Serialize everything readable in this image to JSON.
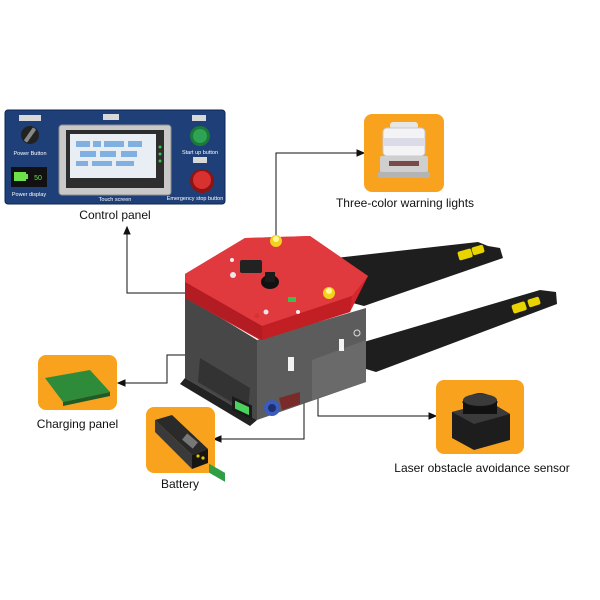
{
  "colors": {
    "panel_blue": "#1f3f78",
    "truck_red": "#d4262c",
    "truck_dark": "#505050",
    "callout_orange": "#f8a21d",
    "fork_black": "#1e1e1e",
    "warning_yellow": "#f2d21b"
  },
  "control_panel": {
    "caption": "Control panel",
    "power_button_label": "Power Button",
    "power_display_label": "Power display",
    "touch_screen_label": "Touch screen",
    "start_up_label": "Start up button",
    "emergency_stop_label": "Emergency stop button",
    "display_value": "50"
  },
  "callouts": {
    "warning_lights": "Three-color warning lights",
    "charging_panel": "Charging panel",
    "battery": "Battery",
    "laser_sensor": "Laser obstacle avoidance sensor"
  },
  "icons": [
    "warning-light-icon",
    "charging-board-icon",
    "battery-pack-icon",
    "lidar-sensor-icon",
    "electric-pallet-truck-icon"
  ]
}
